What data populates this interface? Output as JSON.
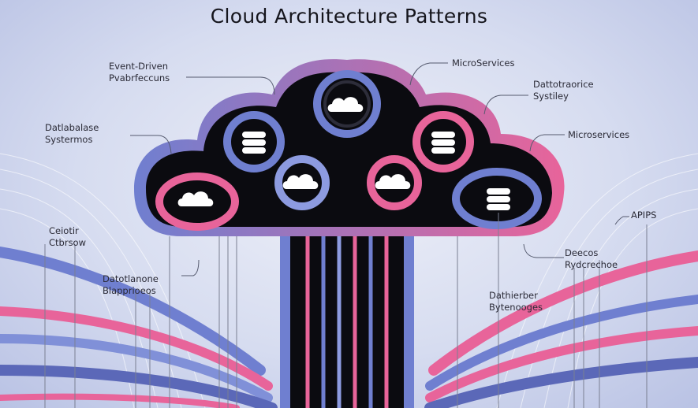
{
  "title": "Cloud Architecture Patterns",
  "labels": [
    {
      "line1": "Event-Driven",
      "line2": "Pvabrfeccuns"
    },
    {
      "line1": "MicroServices"
    },
    {
      "line1": "Dattotraorice",
      "line2": "Systiley"
    },
    {
      "line1": "Datlabalase",
      "line2": "Systermos"
    },
    {
      "line1": "Microservices"
    },
    {
      "line1": "APIPS"
    },
    {
      "line1": "Ceiotir",
      "line2": "Ctbrsow"
    },
    {
      "line1": "Deecos",
      "line2": "Rydcrechoe"
    },
    {
      "line1": "Datotlanone",
      "line2": "Blapprioeos"
    },
    {
      "line1": "Dathierber",
      "line2": "Bytenooges"
    }
  ],
  "colors": {
    "blue": "#6f7fd0",
    "pink": "#e8649a",
    "black": "#0b0b10",
    "background": "#d6dcf0"
  },
  "icons": [
    "cloud-icon",
    "database-icon"
  ]
}
